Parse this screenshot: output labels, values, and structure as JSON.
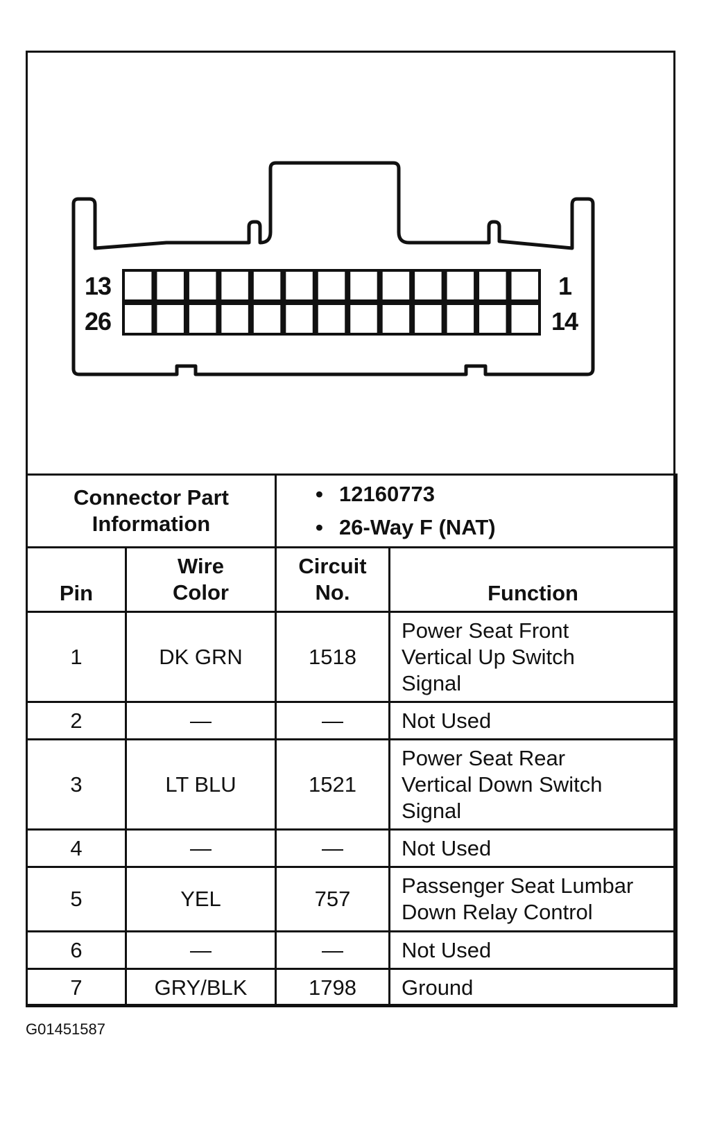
{
  "connector": {
    "pin_labels": {
      "top_left": "13",
      "bottom_left": "26",
      "top_right": "1",
      "bottom_right": "14"
    },
    "rows": 2,
    "pins_per_row": 13
  },
  "part_info": {
    "label_lines": [
      "Connector Part",
      "Information"
    ],
    "items": [
      "12160773",
      "26-Way F (NAT)"
    ]
  },
  "table": {
    "headers": {
      "pin": [
        "Pin"
      ],
      "wire_color": [
        "Wire",
        "Color"
      ],
      "circuit_no": [
        "Circuit",
        "No."
      ],
      "function": [
        "Function"
      ]
    },
    "rows": [
      {
        "pin": "1",
        "wire_color": "DK GRN",
        "circuit": "1518",
        "function": [
          "Power Seat Front",
          "Vertical Up Switch",
          "Signal"
        ]
      },
      {
        "pin": "2",
        "wire_color": "—",
        "circuit": "—",
        "function": [
          "Not Used"
        ]
      },
      {
        "pin": "3",
        "wire_color": "LT BLU",
        "circuit": "1521",
        "function": [
          "Power Seat Rear",
          "Vertical Down Switch",
          "Signal"
        ]
      },
      {
        "pin": "4",
        "wire_color": "—",
        "circuit": "—",
        "function": [
          "Not Used"
        ]
      },
      {
        "pin": "5",
        "wire_color": "YEL",
        "circuit": "757",
        "function": [
          "Passenger Seat Lumbar",
          "Down Relay Control"
        ]
      },
      {
        "pin": "6",
        "wire_color": "—",
        "circuit": "—",
        "function": [
          "Not Used"
        ]
      },
      {
        "pin": "7",
        "wire_color": "GRY/BLK",
        "circuit": "1798",
        "function": [
          "Ground"
        ]
      }
    ]
  },
  "figure_id": "G01451587"
}
